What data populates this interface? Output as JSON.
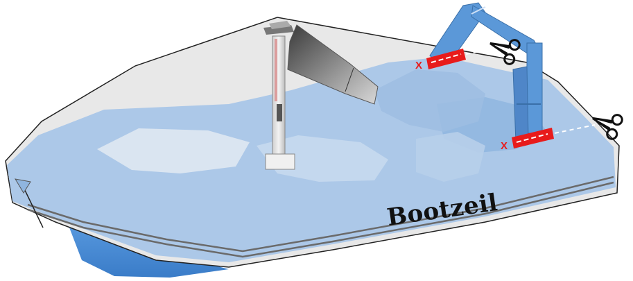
{
  "diagram": {
    "boat_label": "Bootzeil",
    "cut_marker_label": "X",
    "cut_points": [
      {
        "id": "upper",
        "label": "X",
        "scissors": "scissors-icon"
      },
      {
        "id": "lower",
        "label": "X",
        "scissors": "scissors-icon"
      }
    ]
  },
  "colors": {
    "hull_blue": "#4f8fd6",
    "tube_blue": "#a9c6e8",
    "cover_grey": "#e6e6e6",
    "frame_blue": "#5b98d8",
    "cut_red": "#e81b1b",
    "outline": "#222222"
  }
}
